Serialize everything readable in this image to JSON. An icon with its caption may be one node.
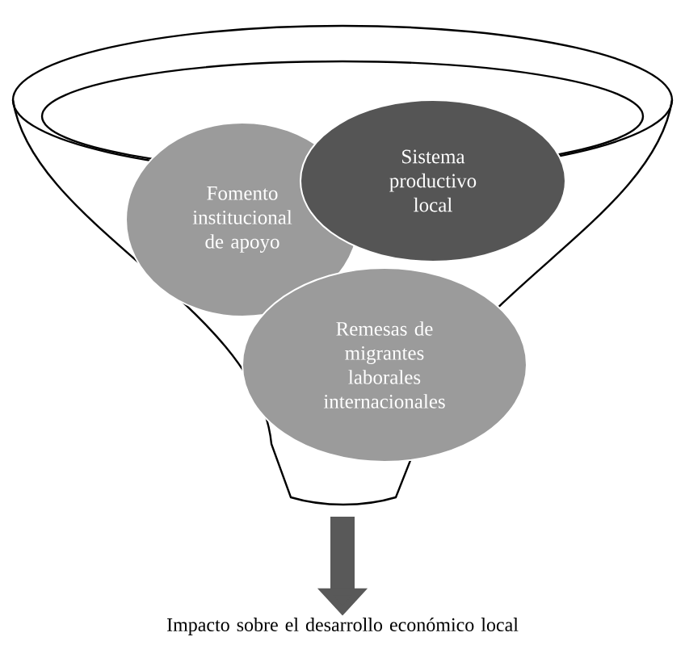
{
  "diagram": {
    "nodes": [
      {
        "text": [
          "Fomento institucional de apoyo"
        ]
      },
      {
        "text": [
          "Sistema productivo local"
        ]
      },
      {
        "text": [
          "Remesas de migrantes laborales internacionales"
        ]
      },
      {
        "text": [
          "Impacto sobre el desarrollo económico local"
        ]
      }
    ],
    "edges": [
      {
        "from": null,
        "to": 3,
        "arrow": "to"
      }
    ]
  }
}
